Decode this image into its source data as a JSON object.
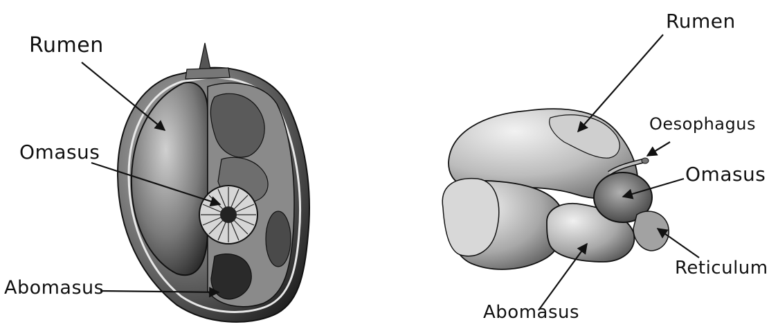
{
  "left_figure": {
    "labels": {
      "rumen": "Rumen",
      "omasus": "Omasus",
      "abomasus": "Abomasus"
    }
  },
  "right_figure": {
    "labels": {
      "rumen": "Rumen",
      "oesophagus": "Oesophagus",
      "omasus": "Omasus",
      "reticulum": "Reticulum",
      "abomasus": "Abomasus"
    }
  },
  "colors": {
    "ink": "#111111",
    "organ_light": "#e6e6e6",
    "organ_mid": "#9a9a9a",
    "organ_dark": "#3a3a3a"
  }
}
